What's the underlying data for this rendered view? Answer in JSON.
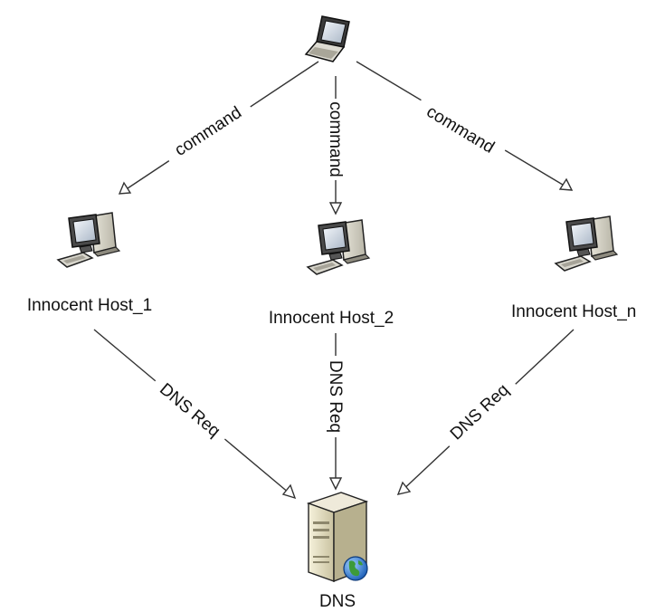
{
  "diagram": {
    "nodes": {
      "attacker": {
        "label": "",
        "icon": "laptop-icon"
      },
      "host1": {
        "label": "Innocent Host_1",
        "icon": "desktop-computer-icon"
      },
      "host2": {
        "label": "Innocent Host_2",
        "icon": "desktop-computer-icon"
      },
      "hostn": {
        "label": "Innocent Host_n",
        "icon": "desktop-computer-icon"
      },
      "dns": {
        "label": "DNS",
        "icon": "server-globe-icon"
      }
    },
    "edges": {
      "cmd1": {
        "label": "command",
        "from": "attacker",
        "to": "host1"
      },
      "cmd2": {
        "label": "command",
        "from": "attacker",
        "to": "host2"
      },
      "cmdn": {
        "label": "command",
        "from": "attacker",
        "to": "hostn"
      },
      "dns1": {
        "label": "DNS Req",
        "from": "host1",
        "to": "dns"
      },
      "dns2": {
        "label": "DNS Req",
        "from": "host2",
        "to": "dns"
      },
      "dnsn": {
        "label": "DNS Req",
        "from": "hostn",
        "to": "dns"
      }
    }
  }
}
